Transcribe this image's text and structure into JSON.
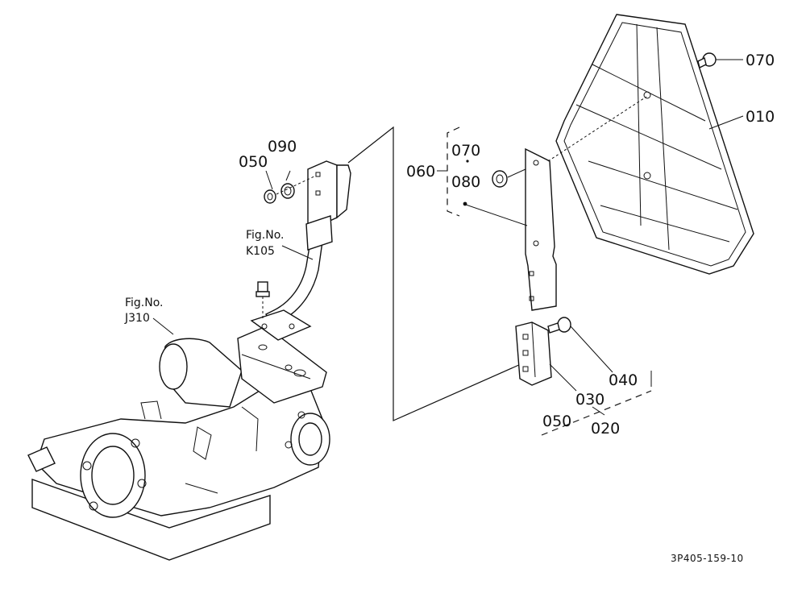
{
  "callouts": {
    "c070_screw": "070",
    "c010": "010",
    "c090": "090",
    "c050_top": "050",
    "c070_group": "070",
    "c080": "080",
    "c060": "060",
    "c040": "040",
    "c030": "030",
    "c050_bottom": "050",
    "c020": "020"
  },
  "figure_refs": {
    "k105_label": "Fig.No.",
    "k105_code": "K105",
    "j310_label": "Fig.No.",
    "j310_code": "J310"
  },
  "drawing_code": "3P405-159-10"
}
